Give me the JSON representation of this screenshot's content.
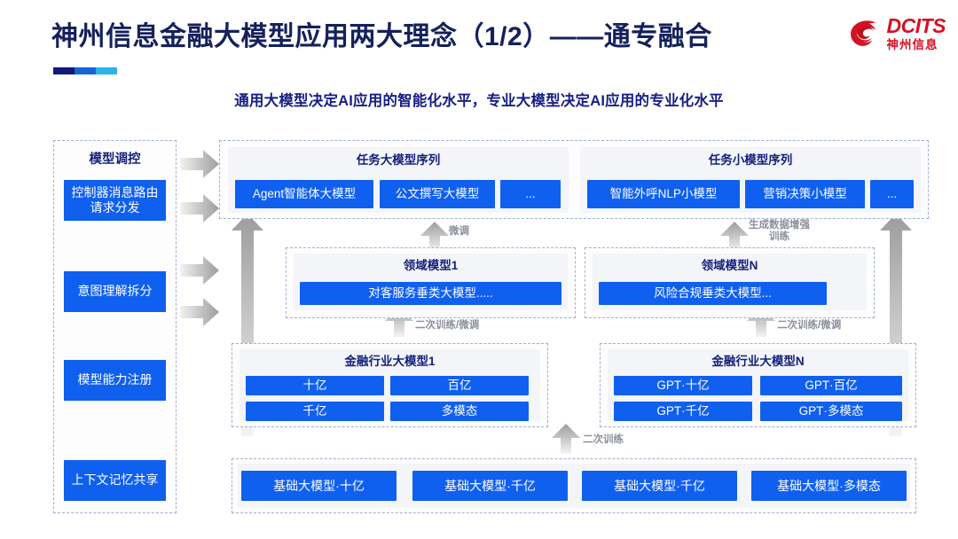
{
  "header": {
    "title": "神州信息金融大模型应用两大理念（1/2）——通专融合",
    "subtitle": "通用大模型决定AI应用的智能化水平，专业大模型决定AI应用的专业化水平",
    "logo": {
      "en": "DCITS",
      "cn": "神州信息",
      "mark": "swirl-logo-icon",
      "color": "#d31223"
    }
  },
  "sidebar": {
    "title": "模型调控",
    "items": [
      {
        "label": "控制器消息路由请求分发"
      },
      {
        "label": "意图理解拆分"
      },
      {
        "label": "模型能力注册"
      },
      {
        "label": "上下文记忆共享"
      }
    ]
  },
  "task_groups": [
    {
      "title": "任务大模型序列",
      "items": [
        "Agent智能体大模型",
        "公文撰写大模型",
        "..."
      ]
    },
    {
      "title": "任务小模型序列",
      "items": [
        "智能外呼NLP小模型",
        "营销决策小模型",
        "..."
      ]
    }
  ],
  "domain_groups": [
    {
      "title": "领域模型1",
      "items": [
        "对客服务垂类大模型....."
      ]
    },
    {
      "title": "领域模型N",
      "items": [
        "风险合规垂类大模型..."
      ]
    }
  ],
  "industry_groups": [
    {
      "title": "金融行业大模型1",
      "items": [
        "十亿",
        "百亿",
        "千亿",
        "多模态"
      ]
    },
    {
      "title": "金融行业大模型N",
      "items": [
        "GPT·十亿",
        "GPT·百亿",
        "GPT·千亿",
        "GPT·多模态"
      ]
    }
  ],
  "base_models": {
    "items": [
      "基础大模型·十亿",
      "基础大模型·千亿",
      "基础大模型·千亿",
      "基础大模型·多模态"
    ]
  },
  "arrow_labels": {
    "finetune": "微调",
    "data_aug": "生成数据增强\n训练",
    "retrain_left": "二次训练/微调",
    "retrain_right": "二次训练/微调",
    "retrain_bottom": "二次训练"
  },
  "colors": {
    "primary_blue": "#1060f0",
    "title_navy": "#15215c",
    "subtitle_navy": "#161f86",
    "brand_red": "#d31223",
    "panel_grey": "#f3f5f9",
    "arrow_grey": "#9a9a9a"
  }
}
